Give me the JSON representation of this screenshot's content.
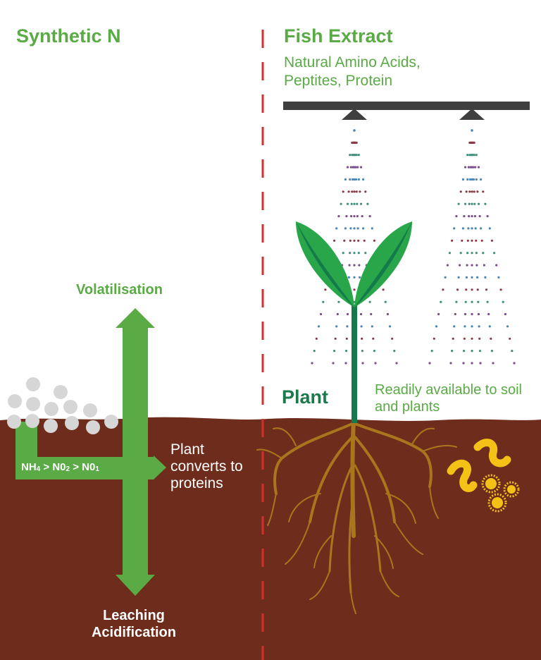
{
  "left": {
    "title": "Synthetic N",
    "arrow_up_label": "Volatilisation",
    "chain": {
      "parts": [
        "NH",
        "4",
        " > N0",
        "2",
        " > N0",
        "1"
      ]
    },
    "converts_label": "Plant converts to proteins",
    "bottom_label_line1": "Leaching",
    "bottom_label_line2": "Acidification"
  },
  "right": {
    "title": "Fish Extract",
    "subtitle": "Natural Amino Acids, Peptites, Protein",
    "plant_label": "Plant",
    "available_label": "Readily available to soil and plants"
  },
  "colors": {
    "soil": "#6e2c1c",
    "green_arrow": "#5aaa45",
    "divider": "#d32f2f",
    "bar": "#3f3f3f",
    "root": "#a9751d",
    "leaf_dark": "#137a4a",
    "leaf_light": "#2aa64a",
    "pellet": "#d6d6d6",
    "organism": "#f4c216"
  },
  "icons": [
    "pellet-icon",
    "sprayer-nozzle-icon",
    "worm-icon",
    "microbe-icon"
  ]
}
